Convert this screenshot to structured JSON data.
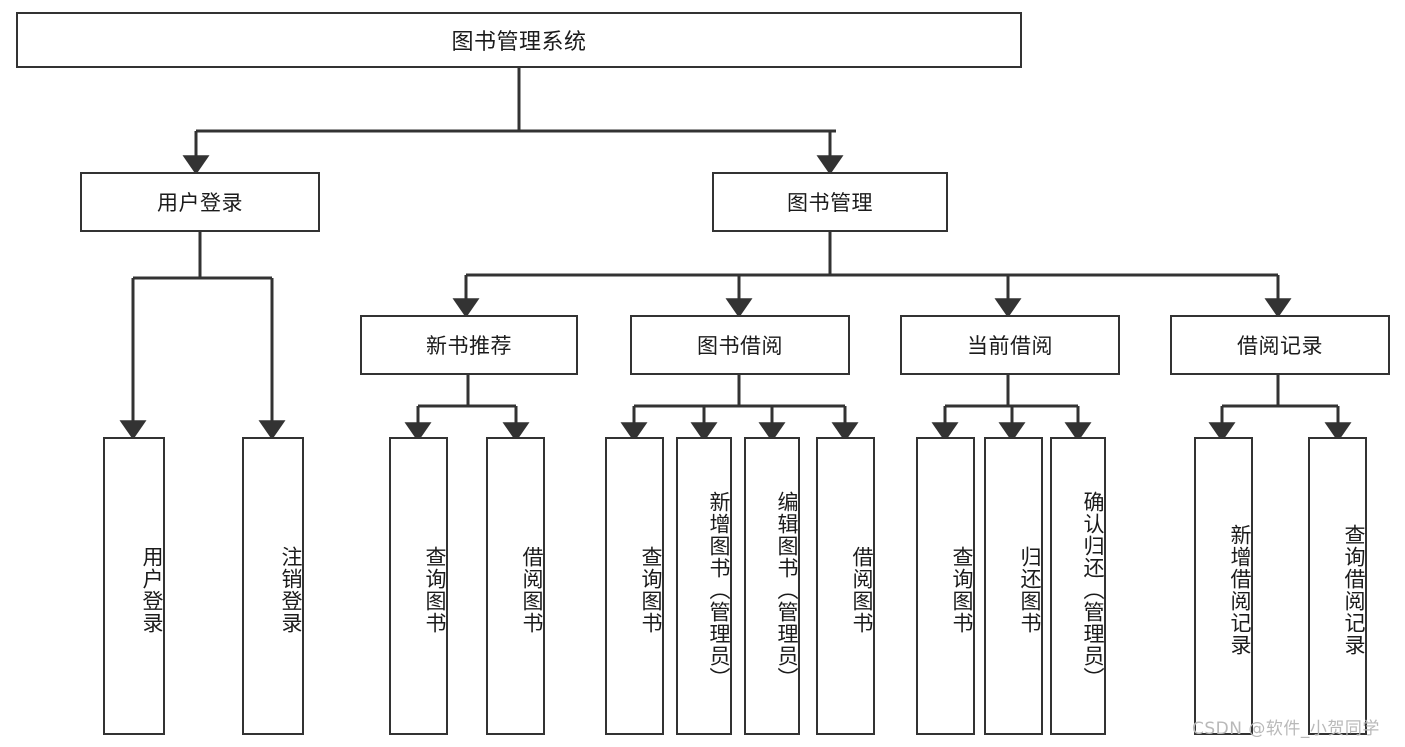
{
  "diagram": {
    "title_node": {
      "label": "图书管理系统"
    },
    "level1": [
      {
        "id": "user-login",
        "label": "用户登录"
      },
      {
        "id": "book-management",
        "label": "图书管理"
      }
    ],
    "level2": [
      {
        "id": "new-book-recommend",
        "label": "新书推荐"
      },
      {
        "id": "book-borrow",
        "label": "图书借阅"
      },
      {
        "id": "current-borrow",
        "label": "当前借阅"
      },
      {
        "id": "borrow-record",
        "label": "借阅记录"
      }
    ],
    "leaves": {
      "user_login": [
        {
          "id": "leaf-user-login",
          "label": "用户登录"
        },
        {
          "id": "leaf-logout-login",
          "label": "注销登录"
        }
      ],
      "new_book_recommend": [
        {
          "id": "leaf-query-book-1",
          "label": "查询图书"
        },
        {
          "id": "leaf-borrow-book-1",
          "label": "借阅图书"
        }
      ],
      "book_borrow": [
        {
          "id": "leaf-query-book-2",
          "label": "查询图书"
        },
        {
          "id": "leaf-add-book",
          "label": "新增图书（管理员）"
        },
        {
          "id": "leaf-edit-book",
          "label": "编辑图书（管理员）"
        },
        {
          "id": "leaf-borrow-book-2",
          "label": "借阅图书"
        }
      ],
      "current_borrow": [
        {
          "id": "leaf-query-book-3",
          "label": "查询图书"
        },
        {
          "id": "leaf-return-book",
          "label": "归还图书"
        },
        {
          "id": "leaf-confirm-return",
          "label": "确认归还（管理员）"
        }
      ],
      "borrow_record": [
        {
          "id": "leaf-add-record",
          "label": "新增借阅记录"
        },
        {
          "id": "leaf-query-record",
          "label": "查询借阅记录"
        }
      ]
    },
    "watermark": "CSDN @软件_小贺同学",
    "colors": {
      "stroke": "#333333",
      "fill": "#ffffff",
      "text": "#1b1b1b",
      "watermark": "#b9b9b9"
    }
  }
}
